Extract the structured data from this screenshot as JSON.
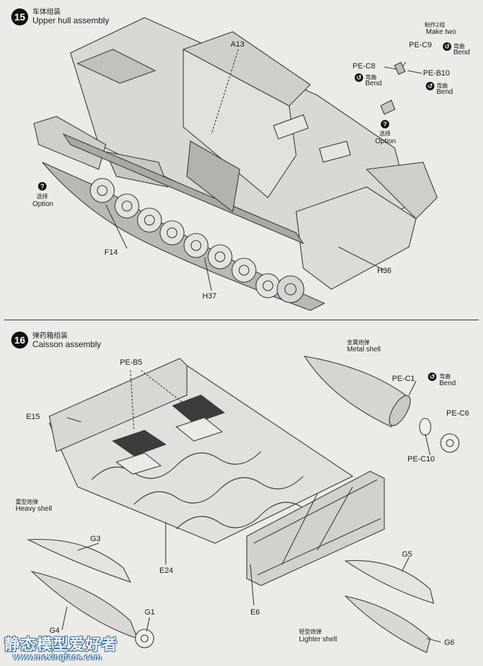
{
  "step15": {
    "number": "15",
    "title_cn": "车体组装",
    "title_en": "Upper hull assembly",
    "labels": {
      "a13": "A13",
      "pe_c9": "PE-C9",
      "pe_c8": "PE-C8",
      "pe_b10": "PE-B10",
      "f14": "F14",
      "h37": "H37",
      "h36": "H36"
    },
    "make_two_cn": "制作2组",
    "make_two_en": "Make two",
    "bend_cn": "弯曲",
    "bend_en": "Bend",
    "option_cn": "选择",
    "option_en": "Option"
  },
  "step16": {
    "number": "16",
    "title_cn": "弹药箱组装",
    "title_en": "Caisson assembly",
    "labels": {
      "pe_b5": "PE-B5",
      "e15": "E15",
      "e24": "E24",
      "e6": "E6",
      "g3": "G3",
      "g4": "G4",
      "g1": "G1",
      "g5": "G5",
      "g6": "G6",
      "pe_c1": "PE-C1",
      "pe_c6": "PE-C6",
      "pe_c10": "PE-C10"
    },
    "metal_shell_cn": "金属炮弹",
    "metal_shell_en": "Metal shell",
    "heavy_shell_cn": "重型炮弹",
    "heavy_shell_en": "Heavy shell",
    "lighter_shell_cn": "轻型炮弹",
    "lighter_shell_en": "Lighter shell",
    "bend_cn": "弯曲",
    "bend_en": "Bend"
  },
  "watermark": {
    "logo": "静态模型爱好者",
    "url": "www.moxingfans.com"
  },
  "icons": {
    "bend": "bend-arrow-icon",
    "option": "question-mark-icon"
  }
}
